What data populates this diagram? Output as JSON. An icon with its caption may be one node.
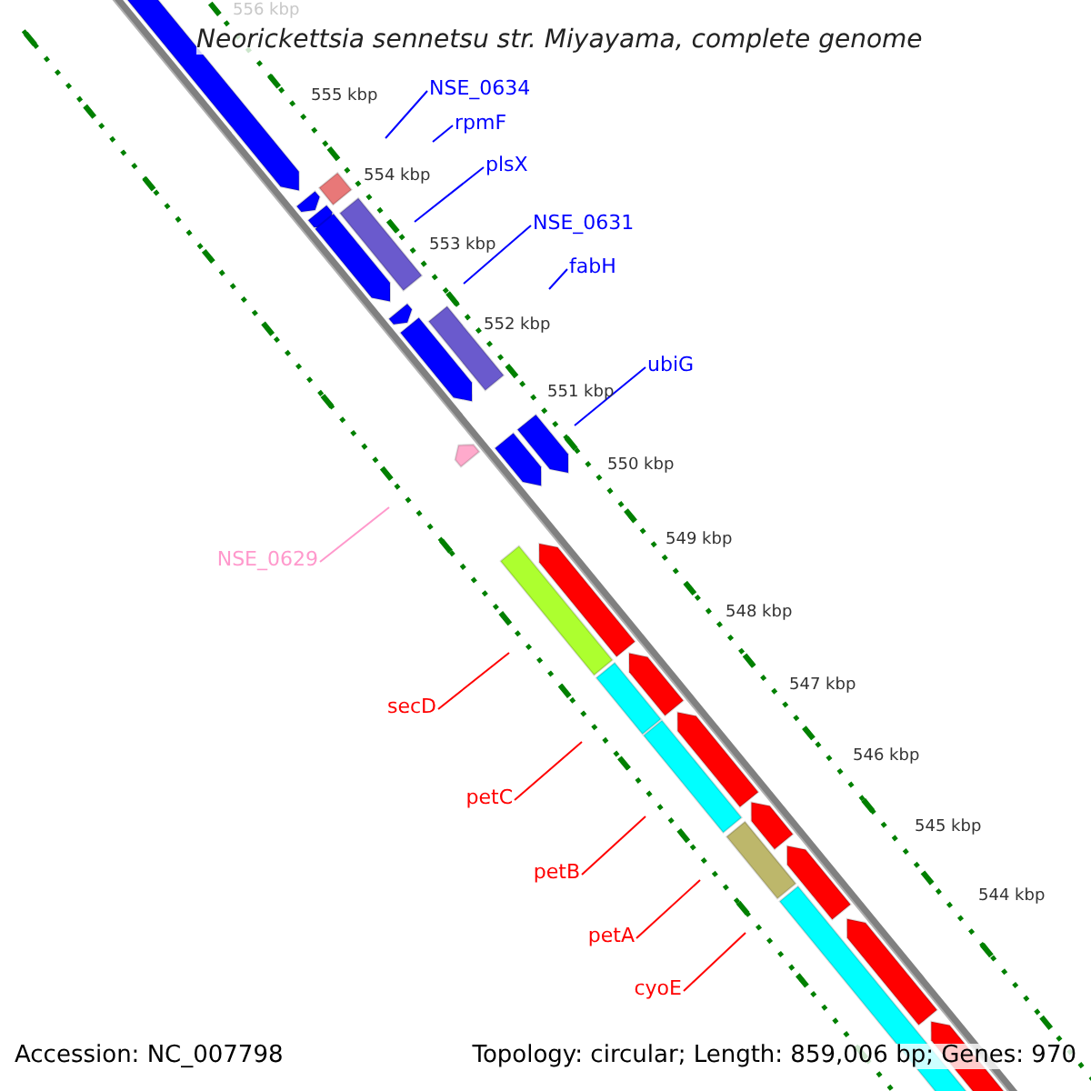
{
  "diagram": {
    "title": "Neorickettsia sennetsu str. Miyayama, complete genome",
    "nodes": [
      {
        "text": [
          "NSE_0634"
        ]
      },
      {
        "text": [
          "rpmF"
        ]
      },
      {
        "text": [
          "plsX"
        ]
      },
      {
        "text": [
          "NSE_0631"
        ]
      },
      {
        "text": [
          "fabH"
        ]
      },
      {
        "text": [
          "ubiG"
        ]
      },
      {
        "text": [
          "NSE_0629"
        ]
      },
      {
        "text": [
          "secD"
        ]
      },
      {
        "text": [
          "petC"
        ]
      },
      {
        "text": [
          "petB"
        ]
      },
      {
        "text": [
          "petA"
        ]
      },
      {
        "text": [
          "cyoE"
        ]
      }
    ],
    "edges": [
      {
        "from": 0,
        "to": null,
        "arrow": "none"
      },
      {
        "from": 1,
        "to": null,
        "arrow": "none"
      },
      {
        "from": 2,
        "to": null,
        "arrow": "none"
      },
      {
        "from": 3,
        "to": null,
        "arrow": "none"
      },
      {
        "from": 4,
        "to": null,
        "arrow": "none"
      },
      {
        "from": 5,
        "to": null,
        "arrow": "none"
      },
      {
        "from": 6,
        "to": null,
        "arrow": "none",
        "color": "#ff99cc"
      },
      {
        "from": 7,
        "to": null,
        "arrow": "none",
        "color": "#ff0000"
      },
      {
        "from": 8,
        "to": null,
        "arrow": "none",
        "color": "#ff0000"
      },
      {
        "from": 9,
        "to": null,
        "arrow": "none",
        "color": "#ff0000"
      },
      {
        "from": 10,
        "to": null,
        "arrow": "none",
        "color": "#ff0000"
      },
      {
        "from": 11,
        "to": null,
        "arrow": "none",
        "color": "#ff0000"
      }
    ],
    "labels": [
      "556 kbp",
      "555 kbp",
      "554 kbp",
      "553 kbp",
      "552 kbp",
      "551 kbp",
      "550 kbp",
      "549 kbp",
      "548 kbp",
      "547 kbp",
      "546 kbp",
      "545 kbp",
      "544 kbp",
      "Accession: NC_007798",
      "Topology: circular; Length: 859,006 bp; Genes: 970"
    ]
  }
}
